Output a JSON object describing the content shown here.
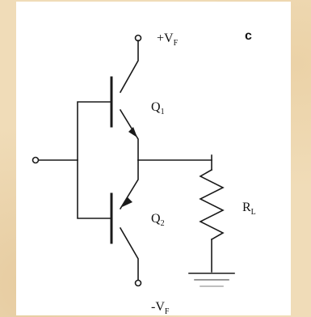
{
  "labels": {
    "panel_letter": "c",
    "vplus": "+V",
    "vplus_sub": "F",
    "vminus": "-V",
    "vminus_sub": "F",
    "q1": "Q",
    "q1_sub": "1",
    "q2": "Q",
    "q2_sub": "2",
    "rl": "R",
    "rl_sub": "L"
  },
  "colors": {
    "wire": "#1a1a1a",
    "background": "#f0dcb8",
    "panel": "#ffffff"
  }
}
